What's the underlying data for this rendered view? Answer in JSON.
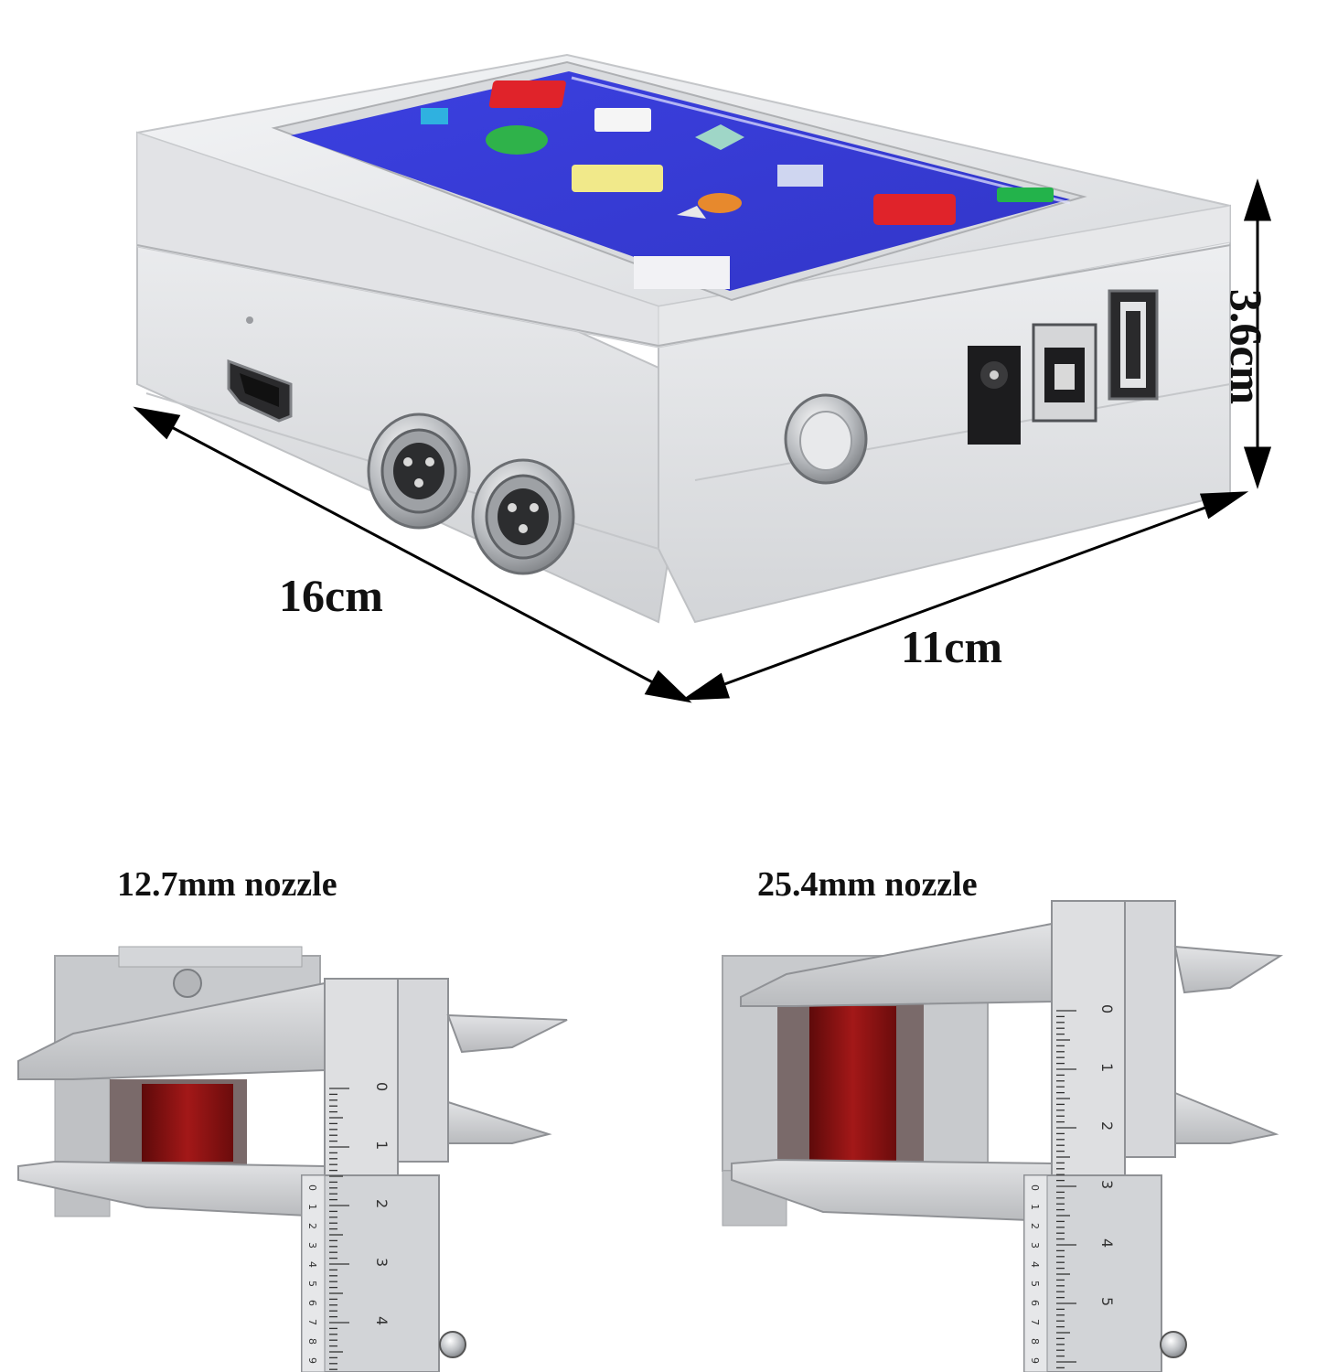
{
  "dimensions": {
    "length": "16cm",
    "width": "11cm",
    "height": "3.6cm"
  },
  "nozzles": [
    {
      "label": "12.7mm nozzle"
    },
    {
      "label": "25.4mm nozzle"
    }
  ],
  "colors": {
    "screen": "#3a3fd8",
    "housing": "#e9eaec",
    "nozzle_red": "#8e1212",
    "caliper": "#c9cbce"
  },
  "caliper_scale": {
    "main": [
      "0",
      "1",
      "2",
      "3",
      "4"
    ],
    "main_right": [
      "0",
      "1",
      "2",
      "3",
      "4",
      "5"
    ],
    "vernier": [
      "0",
      "1",
      "2",
      "3",
      "4",
      "5",
      "6",
      "7",
      "8",
      "9"
    ]
  },
  "icons": [
    "hdmi-port-icon",
    "aviation-connector-icon",
    "power-button-icon",
    "dc-jack-icon",
    "usb-b-port-icon",
    "usb-a-port-icon"
  ]
}
